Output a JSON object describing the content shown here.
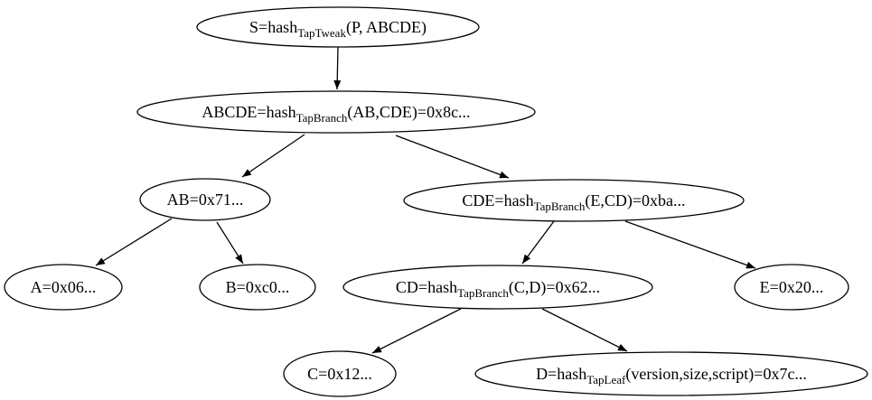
{
  "diagram": {
    "kind": "taproot-merkle-tree",
    "colors": {
      "background": "#ffffff",
      "node_fill": "#ffffff",
      "node_stroke": "#000000",
      "edge": "#000000",
      "text": "#000000"
    },
    "nodes": {
      "s": {
        "pre": "S=hash",
        "sub": "TapTweak",
        "post": "(P, ABCDE)"
      },
      "abcde": {
        "pre": "ABCDE=hash",
        "sub": "TapBranch",
        "post": "(AB,CDE)=0x8c..."
      },
      "ab": {
        "pre": "AB=0x71...",
        "sub": "",
        "post": ""
      },
      "cde": {
        "pre": "CDE=hash",
        "sub": "TapBranch",
        "post": "(E,CD)=0xba..."
      },
      "a": {
        "pre": "A=0x06...",
        "sub": "",
        "post": ""
      },
      "b": {
        "pre": "B=0xc0...",
        "sub": "",
        "post": ""
      },
      "cd": {
        "pre": "CD=hash",
        "sub": "TapBranch",
        "post": "(C,D)=0x62..."
      },
      "e": {
        "pre": "E=0x20...",
        "sub": "",
        "post": ""
      },
      "c": {
        "pre": "C=0x12...",
        "sub": "",
        "post": ""
      },
      "d": {
        "pre": "D=hash",
        "sub": "TapLeaf",
        "post": "(version,size,script)=0x7c..."
      }
    },
    "edges": [
      {
        "from": "S",
        "to": "ABCDE"
      },
      {
        "from": "ABCDE",
        "to": "AB"
      },
      {
        "from": "ABCDE",
        "to": "CDE"
      },
      {
        "from": "AB",
        "to": "A"
      },
      {
        "from": "AB",
        "to": "B"
      },
      {
        "from": "CDE",
        "to": "CD"
      },
      {
        "from": "CDE",
        "to": "E"
      },
      {
        "from": "CD",
        "to": "C"
      },
      {
        "from": "CD",
        "to": "D"
      }
    ]
  }
}
